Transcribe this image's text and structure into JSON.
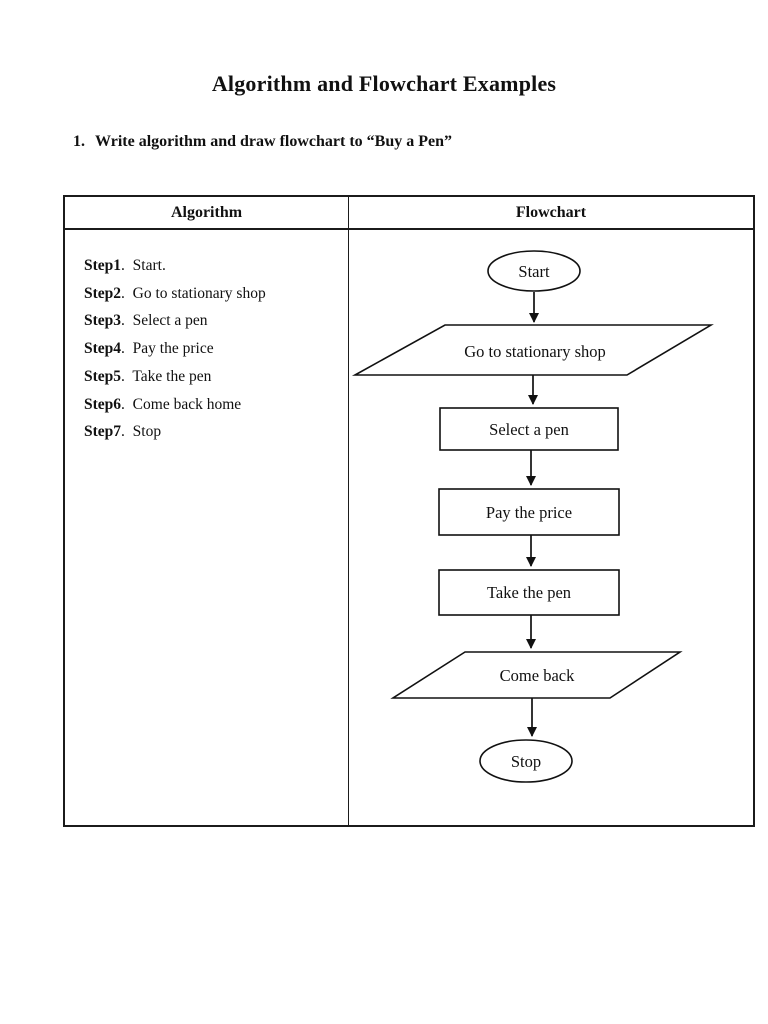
{
  "page": {
    "title": "Algorithm and Flowchart Examples",
    "question_number": "1.",
    "question_text": "Write algorithm and draw flowchart to “Buy a Pen”"
  },
  "table": {
    "header_algorithm": "Algorithm",
    "header_flowchart": "Flowchart"
  },
  "algorithm": {
    "separator": ".  ",
    "steps": [
      {
        "num": "Step1",
        "action": "Start."
      },
      {
        "num": "Step2",
        "action": "Go to stationary shop"
      },
      {
        "num": "Step3",
        "action": "Select a pen"
      },
      {
        "num": "Step4",
        "action": "Pay the price"
      },
      {
        "num": "Step5",
        "action": "Take the pen"
      },
      {
        "num": "Step6",
        "action": "Come back home"
      },
      {
        "num": "Step7",
        "action": "Stop"
      }
    ]
  },
  "flowchart": {
    "nodes": [
      {
        "type": "terminator",
        "label": "Start"
      },
      {
        "type": "input-output",
        "label": "Go to stationary shop"
      },
      {
        "type": "process",
        "label": "Select a pen"
      },
      {
        "type": "process",
        "label": "Pay the price"
      },
      {
        "type": "process",
        "label": "Take the pen"
      },
      {
        "type": "input-output",
        "label": "Come back"
      },
      {
        "type": "terminator",
        "label": "Stop"
      }
    ]
  },
  "colors": {
    "ink": "#111111",
    "paper": "#ffffff"
  }
}
